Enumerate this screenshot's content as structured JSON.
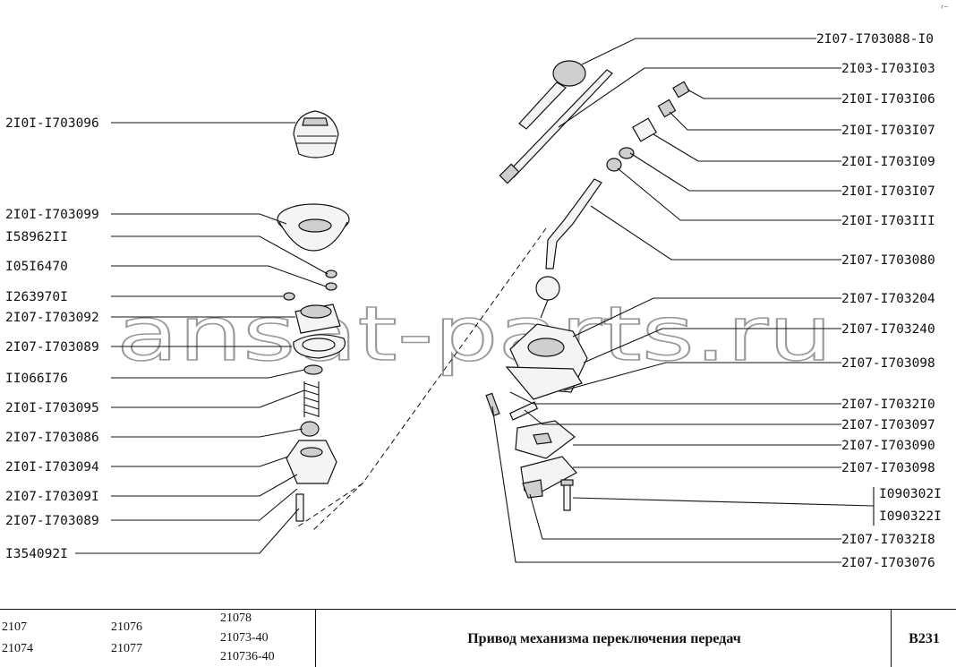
{
  "corner_mark": "r~",
  "watermark": "ansat-parts.ru",
  "left_callouts": [
    "2I0I-I703096",
    "2I0I-I703099",
    "I58962II",
    "I05I6470",
    "I263970I",
    "2I07-I703092",
    "2I07-I703089",
    "II066I76",
    "2I0I-I703095",
    "2I07-I703086",
    "2I0I-I703094",
    "2I07-I70309I",
    "2I07-I703089",
    "I354092I"
  ],
  "right_callouts": [
    "2I07-I703088-I0",
    "2I03-I703I03",
    "2I0I-I703I06",
    "2I0I-I703I07",
    "2I0I-I703I09",
    "2I0I-I703I07",
    "2I0I-I703III",
    "2I07-I703080",
    "2I07-I703204",
    "2I07-I703240",
    "2I07-I703098",
    "2I07-I7032I0",
    "2I07-I703097",
    "2I07-I703090",
    "2I07-I703098",
    "I090302I",
    "I090322I",
    "2I07-I7032I8",
    "2I07-I703076"
  ],
  "footer": {
    "models_col1": [
      "2107",
      "21074"
    ],
    "models_col2": [
      "21076",
      "21077"
    ],
    "models_col3": [
      "21078",
      "21073-40",
      "210736-40"
    ],
    "title": "Привод механизма переключения передач",
    "code": "B231"
  }
}
